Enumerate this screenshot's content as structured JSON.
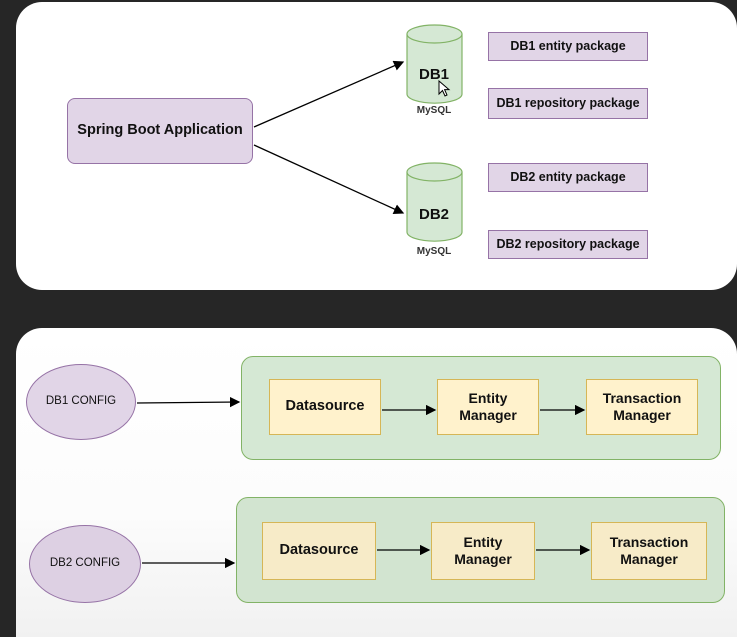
{
  "top": {
    "app_label": "Spring Boot Application",
    "db1": {
      "label": "DB1",
      "engine": "MySQL"
    },
    "db2": {
      "label": "DB2",
      "engine": "MySQL"
    },
    "packages": [
      "DB1 entity package",
      "DB1 repository package",
      "DB2 entity package",
      "DB2 repository package"
    ]
  },
  "bottom": {
    "db1_config": "DB1 CONFIG",
    "db2_config": "DB2 CONFIG",
    "row1": {
      "datasource": "Datasource",
      "entity_manager": "Entity\nManager",
      "transaction_manager": "Transaction\nManager"
    },
    "row2": {
      "datasource": "Datasource",
      "entity_manager": "Entity\nManager",
      "transaction_manager": "Transaction\nManager"
    }
  },
  "colors": {
    "purple_fill": "#e1d5e7",
    "purple_stroke": "#9673a6",
    "green_fill": "#d5e8d4",
    "green_stroke": "#82b366",
    "yellow_fill": "#fff2cc",
    "yellow_stroke": "#d6b656",
    "background": "#262626"
  }
}
